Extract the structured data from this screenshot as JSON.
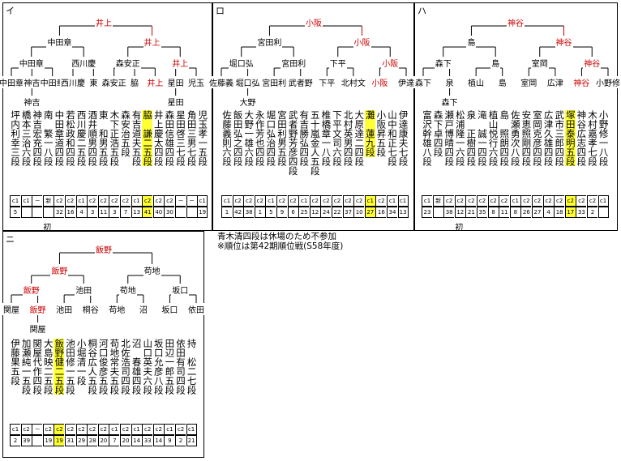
{
  "notes": [
    "青木清四段は休場のため不参加",
    "※順位は第42期順位戦(S58年度)"
  ],
  "blocks": [
    {
      "id": "i",
      "label": "イ",
      "highlight": 12,
      "footlabel": "初",
      "players": [
        {
          "name": "坪内",
          "given": "利幸",
          "rank": "三段",
          "c1": "c1",
          "c2": "5"
        },
        {
          "name": "橋本",
          "given": "三治",
          "rank": "六段",
          "c1": "c1",
          "c2": ""
        },
        {
          "name": "神吉",
          "given": "宏充",
          "rank": "四段",
          "c1": "－",
          "c2": ""
        },
        {
          "name": "南",
          "given": "繁一",
          "rank": "八段",
          "c1": "新",
          "c2": ""
        },
        {
          "name": "中田",
          "given": "章道",
          "rank": "四段",
          "c1": "c2",
          "c2": "32"
        },
        {
          "name": "若松",
          "given": "政和",
          "rank": "四段",
          "c1": "c2",
          "c2": "16"
        },
        {
          "name": "西川",
          "given": "慶二",
          "rank": "五段",
          "c1": "c1",
          "c2": "4"
        },
        {
          "name": "酒井",
          "given": "順男",
          "rank": "四段",
          "c1": "c2",
          "c2": "3"
        },
        {
          "name": "東",
          "given": "和男",
          "rank": "五段",
          "c1": "c2",
          "c2": "11"
        },
        {
          "name": "木下",
          "given": "正浩",
          "rank": "五段",
          "c1": "c2",
          "c2": "3"
        },
        {
          "name": "森安",
          "given": "治",
          "rank": "五段",
          "c1": "c2",
          "c2": "7"
        },
        {
          "name": "有吉",
          "given": "道夫",
          "rank": "五段",
          "c1": "c1",
          "c2": "13"
        },
        {
          "name": "脇",
          "given": "謙二",
          "rank": "五段",
          "c1": "c2",
          "c2": "41"
        },
        {
          "name": "井上",
          "given": "慶太",
          "rank": "四段",
          "c1": "c2",
          "c2": "40"
        },
        {
          "name": "森田",
          "given": "信雄",
          "rank": "四段",
          "c1": "c2",
          "c2": "30"
        },
        {
          "name": "星田",
          "given": "啓三",
          "rank": "七段",
          "c1": "－",
          "c2": ""
        },
        {
          "name": "角田",
          "given": "三男",
          "rank": "七段",
          "c1": "－",
          "c2": ""
        },
        {
          "name": "児玉",
          "given": "孝一",
          "rank": "五段",
          "c1": "c1",
          "c2": "19"
        }
      ],
      "bracket": {
        "champion": "井上",
        "sf": [
          "中田章",
          "井上"
        ],
        "qf": [
          "中田章",
          "西川慶",
          "森安正",
          "井上"
        ],
        "r16": [
          "中田章",
          "神吉",
          "中田章",
          "西川慶",
          "東",
          "森安正",
          "脇",
          "井上",
          "星田",
          "児玉"
        ],
        "r32": [
          "神吉",
          "星田"
        ]
      }
    },
    {
      "id": "ro",
      "label": "ロ",
      "highlight": 13,
      "footlabel": "",
      "players": [
        {
          "name": "佐藤",
          "given": "義則",
          "rank": "六段",
          "c1": "c1",
          "c2": "1"
        },
        {
          "name": "飯田",
          "given": "弘之",
          "rank": "四段",
          "c1": "c2",
          "c2": "42"
        },
        {
          "name": "大野",
          "given": "一雄",
          "rank": "六段",
          "c1": "c2",
          "c2": "38"
        },
        {
          "name": "永作",
          "given": "芳也",
          "rank": "四段",
          "c1": "c2",
          "c2": "1"
        },
        {
          "name": "堀口",
          "given": "弘治",
          "rank": "四段",
          "c1": "c1",
          "c2": "5"
        },
        {
          "name": "宮田",
          "given": "利男",
          "rank": "五段",
          "c1": "c2",
          "c2": "9"
        },
        {
          "name": "武者野",
          "given": "芳彦",
          "rank": "四段",
          "c1": "c2",
          "c2": "6"
        },
        {
          "name": "有吉",
          "given": "勝弘",
          "rank": "四段",
          "c1": "c1",
          "c2": "25"
        },
        {
          "name": "五十嵐",
          "given": "金人",
          "rank": "五段",
          "c1": "c2",
          "c2": "12"
        },
        {
          "name": "椎橋",
          "given": "章一",
          "rank": "八段",
          "c1": "c2",
          "c2": "24"
        },
        {
          "name": "下平",
          "given": "文司",
          "rank": "六段",
          "c1": "c2",
          "c2": "22"
        },
        {
          "name": "北村",
          "given": "英男",
          "rank": "四段",
          "c1": "c2",
          "c2": "37"
        },
        {
          "name": "大原",
          "given": "達二",
          "rank": "四段",
          "c1": "c2",
          "c2": "10"
        },
        {
          "name": "灘",
          "given": "蓮",
          "rank": "九段",
          "c1": "c1",
          "c2": "27"
        },
        {
          "name": "小阪",
          "given": "昇",
          "rank": "五段",
          "c1": "c2",
          "c2": "16"
        },
        {
          "name": "山中",
          "given": "和正",
          "rank": "七段",
          "c1": "c1",
          "c2": "34"
        },
        {
          "name": "伊達",
          "given": "康夫",
          "rank": "七段",
          "c1": "c1",
          "c2": "13"
        }
      ],
      "bracket": {
        "champion": "小阪",
        "sf": [
          "宮田利",
          "小阪"
        ],
        "qf": [
          "堀口弘",
          "宮田利",
          "下平",
          "小阪"
        ],
        "r16": [
          "佐藤義",
          "堀口弘",
          "宮田利",
          "武者野",
          "下平",
          "北村文",
          "小阪",
          "伊達"
        ],
        "r32": [
          "大野"
        ]
      }
    },
    {
      "id": "ha",
      "label": "ハ",
      "highlight": 13,
      "footlabel": "初",
      "players": [
        {
          "name": "富沢",
          "given": "幹雄",
          "rank": "八段",
          "c1": "c1",
          "c2": "23"
        },
        {
          "name": "森下",
          "given": "卓",
          "rank": "四段",
          "c1": "新",
          "c2": ""
        },
        {
          "name": "瀬戸",
          "given": "博晴",
          "rank": "四段",
          "c1": "c2",
          "c2": "38"
        },
        {
          "name": "松浦",
          "given": "隆一",
          "rank": "六段",
          "c1": "c2",
          "c2": "12"
        },
        {
          "name": "泉",
          "given": "正樹",
          "rank": "四段",
          "c1": "c2",
          "c2": "21"
        },
        {
          "name": "滝",
          "given": "誠一",
          "rank": "四段",
          "c1": "c2",
          "c2": "35"
        },
        {
          "name": "植山",
          "given": "悦行",
          "rank": "六段",
          "c1": "c2",
          "c2": "8"
        },
        {
          "name": "島",
          "given": "照朗",
          "rank": "四段",
          "c1": "c2",
          "c2": "11"
        },
        {
          "name": "佐瀬",
          "given": "勇次",
          "rank": "八段",
          "c1": "c1",
          "c2": "8"
        },
        {
          "name": "安恵",
          "given": "照剛",
          "rank": "四段",
          "c1": "c2",
          "c2": "26"
        },
        {
          "name": "室岡",
          "given": "克彦",
          "rank": "四段",
          "c1": "c2",
          "c2": "27"
        },
        {
          "name": "広津",
          "given": "久雄",
          "rank": "四段",
          "c1": "c2",
          "c2": "4"
        },
        {
          "name": "武市",
          "given": "三郎",
          "rank": "四段",
          "c1": "c2",
          "c2": "18"
        },
        {
          "name": "塚田",
          "given": "泰明",
          "rank": "五段",
          "c1": "c2",
          "c2": "17"
        },
        {
          "name": "神谷",
          "given": "広志",
          "rank": "四段",
          "c1": "c2",
          "c2": "33"
        },
        {
          "name": "木村",
          "given": "嘉孝",
          "rank": "七段",
          "c1": "c2",
          "c2": "2"
        },
        {
          "name": "小野",
          "given": "修一",
          "rank": "八段",
          "c1": "c1",
          "c2": ""
        }
      ],
      "bracket": {
        "champion": "神谷",
        "sf": [
          "島",
          "神谷"
        ],
        "qf": [
          "森下",
          "島",
          "室岡",
          "神谷"
        ],
        "r16": [
          "森下",
          "泉",
          "植山",
          "島",
          "室岡",
          "広津",
          "神谷",
          "小野修"
        ],
        "r32": [
          "森下"
        ]
      }
    },
    {
      "id": "ni",
      "label": "ニ",
      "highlight": 4,
      "footlabel": "",
      "players": [
        {
          "name": "伊藤",
          "given": "果",
          "rank": "五段",
          "c1": "c1",
          "c2": "2"
        },
        {
          "name": "加瀬",
          "given": "純一",
          "rank": "五段",
          "c1": "c2",
          "c2": "39"
        },
        {
          "name": "関屋",
          "given": "代作",
          "rank": "四段",
          "c1": "－",
          "c2": ""
        },
        {
          "name": "大島",
          "given": "映二",
          "rank": "五段",
          "c1": "c2",
          "c2": "19"
        },
        {
          "name": "飯野",
          "given": "健二",
          "rank": "五段",
          "c1": "c2",
          "c2": "19"
        },
        {
          "name": "池田",
          "given": "修一",
          "rank": "五段",
          "c1": "c2",
          "c2": "31"
        },
        {
          "name": "小堀",
          "given": "清一",
          "rank": "段",
          "c1": "c2",
          "c2": "29"
        },
        {
          "name": "桐谷",
          "given": "広人",
          "rank": "五段",
          "c1": "c2",
          "c2": "28"
        },
        {
          "name": "河口",
          "given": "俊彦",
          "rank": "五段",
          "c1": "c2",
          "c2": "20"
        },
        {
          "name": "苟地",
          "given": "常夫",
          "rank": "五段",
          "c1": "c1",
          "c2": "7"
        },
        {
          "name": "北佐",
          "given": "浩司",
          "rank": "四段",
          "c1": "c2",
          "c2": "20"
        },
        {
          "name": "沼",
          "given": "春雄",
          "rank": "四段",
          "c1": "c1",
          "c2": "14"
        },
        {
          "name": "山口",
          "given": "英夫",
          "rank": "六段",
          "c1": "c2",
          "c2": "33"
        },
        {
          "name": "坂口",
          "given": "允彦",
          "rank": "八段",
          "c1": "c2",
          "c2": "14"
        },
        {
          "name": "田辺",
          "given": "一郎",
          "rank": "五段",
          "c1": "c1",
          "c2": "9"
        },
        {
          "name": "依田",
          "given": "有司",
          "rank": "四段",
          "c1": "c2",
          "c2": "2"
        },
        {
          "name": "持",
          "given": "松二",
          "rank": "七段",
          "c1": "c1",
          "c2": "21"
        }
      ],
      "bracket": {
        "champion": "飯野",
        "sf": [
          "飯野",
          "苟地"
        ],
        "qf": [
          "飯野",
          "池田",
          "苟地",
          "坂口"
        ],
        "r16": [
          "関屋",
          "飯野",
          "池田",
          "桐谷",
          "苟地",
          "沼",
          "坂口",
          "依田"
        ],
        "r32": [
          "関屋"
        ]
      }
    }
  ]
}
